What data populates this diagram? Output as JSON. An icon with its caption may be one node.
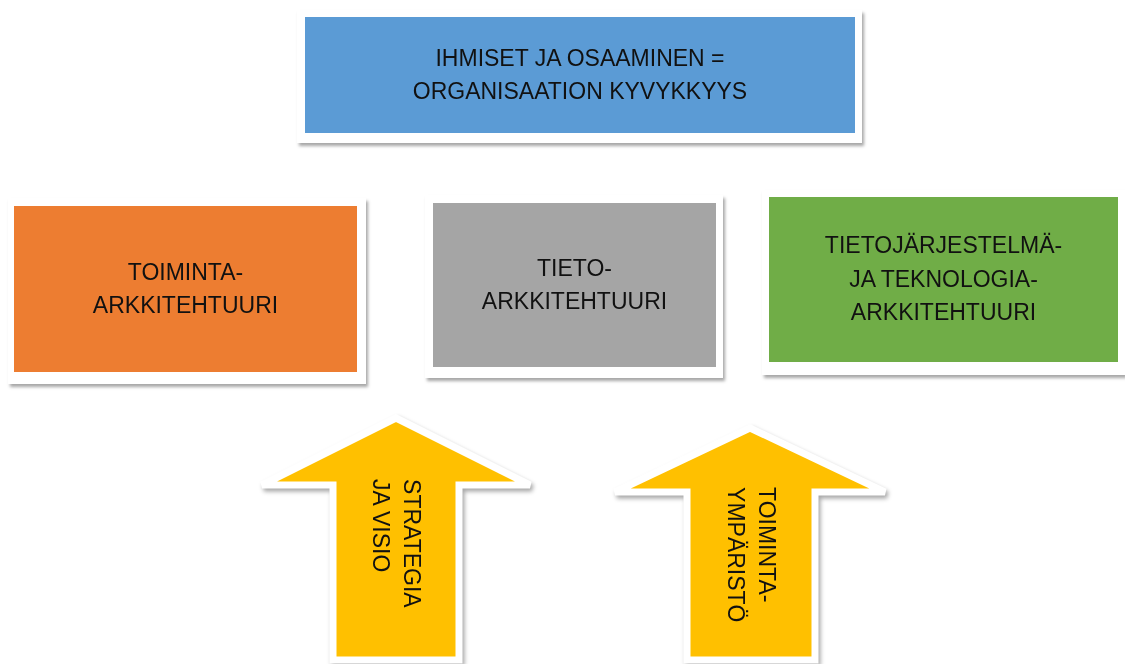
{
  "diagram": {
    "nodes": [
      {
        "text": [
          "IHMISET JA OSAAMINEN = ORGANISAATION KYVYKKYYS"
        ]
      },
      {
        "text": [
          "TOIMINTA- ARKKITEHTUURI"
        ]
      },
      {
        "text": [
          "TIETO- ARKKITEHTUURI"
        ]
      },
      {
        "text": [
          "TIETOJÄRJESTELMÄ- JA TEKNOLOGIA- ARKKITEHTUURI"
        ]
      },
      {
        "text": [
          "STRATEGIA JA VISIO"
        ]
      },
      {
        "text": [
          "TOIMINTA- YMPÄRISTÖ"
        ]
      }
    ]
  }
}
